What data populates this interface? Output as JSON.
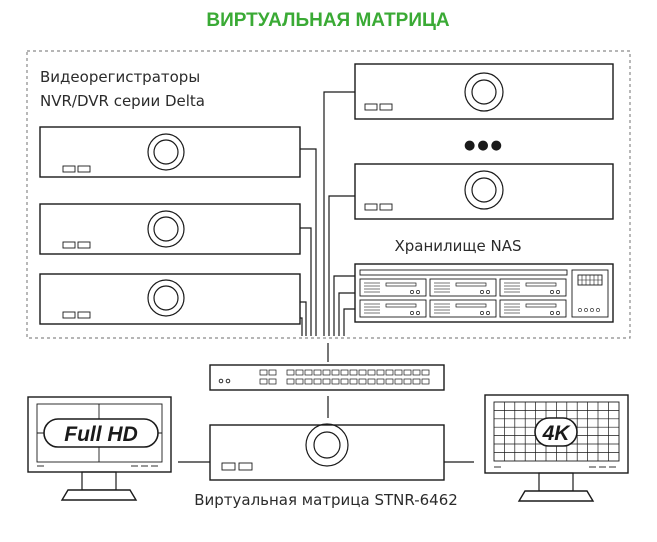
{
  "title": "ВИРТУАЛЬНАЯ МАТРИЦА",
  "recorders_label": {
    "line1": "Видеорегистраторы",
    "line2": "NVR/DVR серии Delta"
  },
  "nas_label": "Хранилище NAS",
  "ellipsis": "●●●",
  "matrix_label": "Виртуальная матрица STNR-6462",
  "monitor_left_badge": "Full HD",
  "monitor_right_badge": "4K",
  "colors": {
    "title": "#3aaa35",
    "stroke": "#1a1a1a",
    "frame": "#8a8a8a"
  }
}
